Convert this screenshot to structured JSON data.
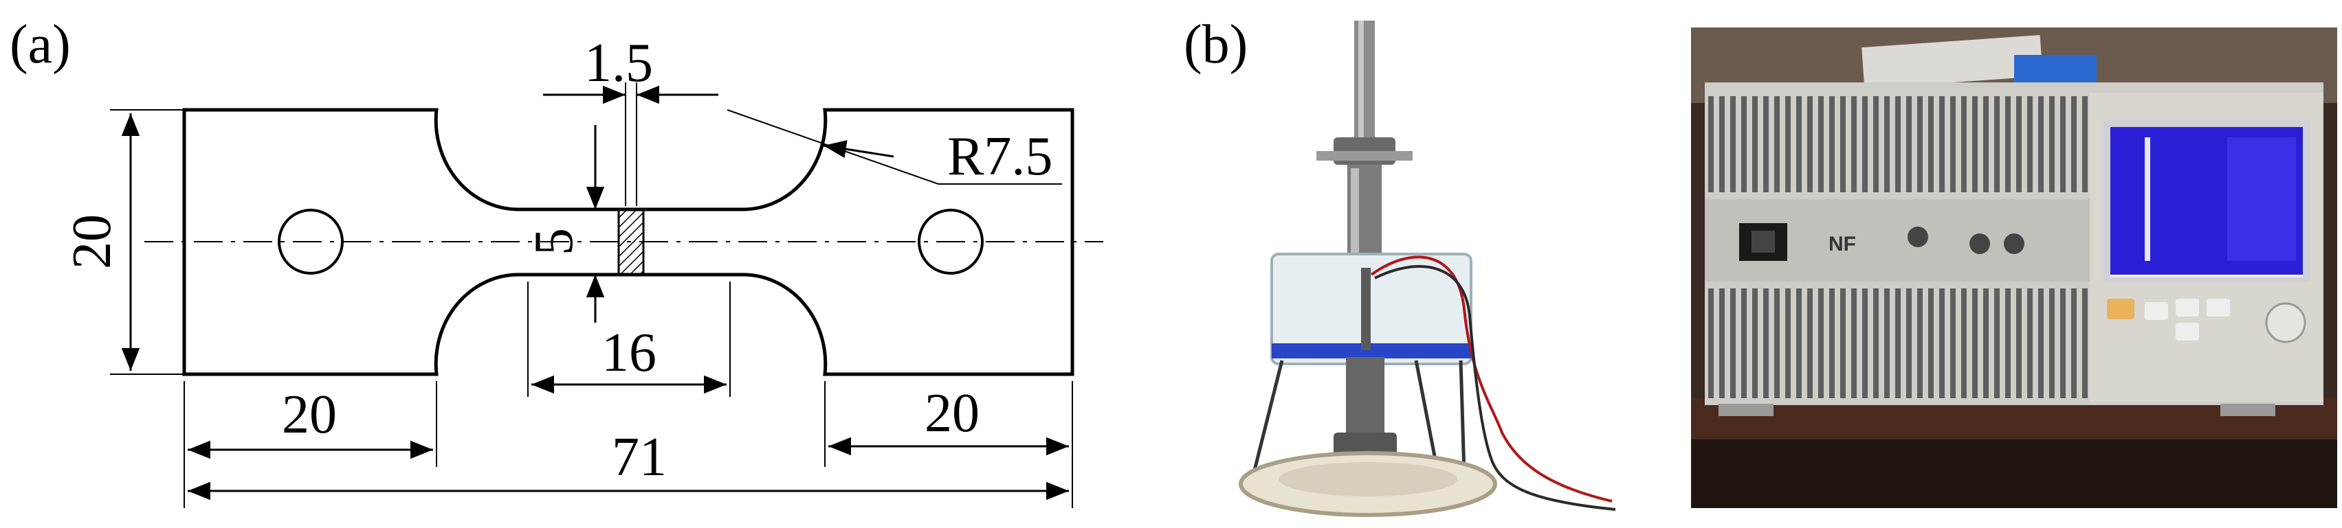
{
  "panels": {
    "a": {
      "label": "(a)"
    },
    "b": {
      "label": "(b)"
    }
  },
  "dimensions": {
    "gauge_width": "1.5",
    "fillet_radius": "R7.5",
    "overall_height": "20",
    "gauge_height": "5",
    "gauge_length": "16",
    "grip_left": "20",
    "grip_right": "20",
    "overall_length": "71"
  },
  "photos": {
    "instrument_logo": "NF"
  },
  "colors": {
    "drawing": "#000000",
    "screen": "#2a1fd6",
    "panel_face": "#c9c7c2",
    "wood": "#4a2a1f"
  }
}
